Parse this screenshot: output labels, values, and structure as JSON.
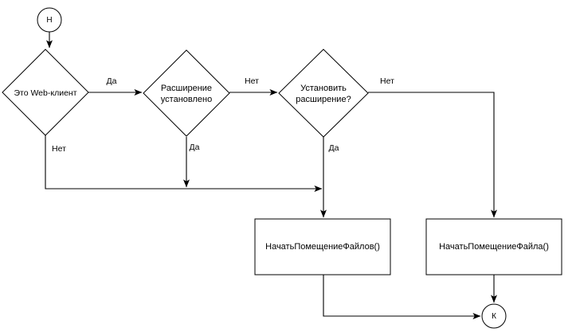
{
  "diagram": {
    "type": "flowchart",
    "language": "ru",
    "background_color": "#ffffff",
    "line_color": "#000000",
    "text_color": "#000000",
    "nodes": {
      "start": {
        "label": "Н",
        "shape": "circle"
      },
      "decision_webclient": {
        "label": "Это Web-клиент",
        "shape": "diamond"
      },
      "decision_extension_installed_line1": "Расширение",
      "decision_extension_installed_line2": "установлено",
      "decision_install_extension_line1": "Установить",
      "decision_install_extension_line2": "расширение?",
      "process_multi_files": {
        "label": "НачатьПомещениеФайлов()",
        "shape": "rectangle"
      },
      "process_single_file": {
        "label": "НачатьПомещениеФайла()",
        "shape": "rectangle"
      },
      "end": {
        "label": "К",
        "shape": "circle"
      }
    },
    "edge_labels": {
      "webclient_yes": "Да",
      "webclient_no": "Нет",
      "extension_installed_no": "Нет",
      "extension_installed_yes": "Да",
      "install_extension_no": "Нет",
      "install_extension_yes": "Да"
    }
  }
}
